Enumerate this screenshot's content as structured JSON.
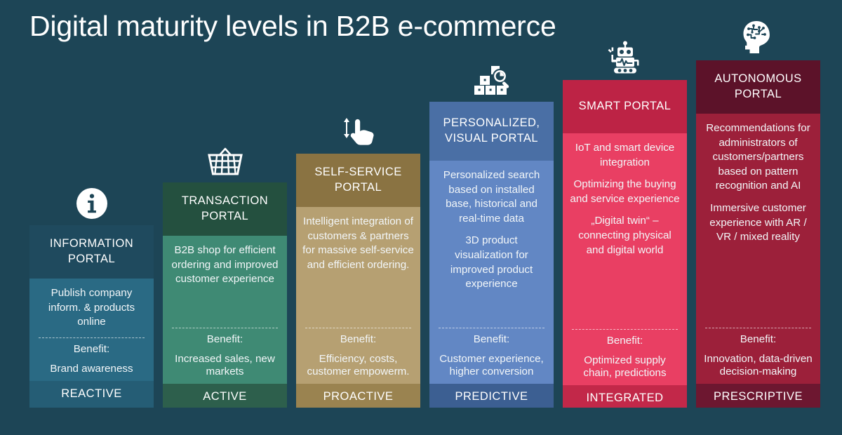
{
  "title": "Digital maturity levels in B2B e-commerce",
  "theme": {
    "background": "#1d4556"
  },
  "columns": [
    {
      "icon": "info-circle-icon",
      "heading": "INFORMATION PORTAL",
      "descriptions": [
        "Publish company inform. & products online"
      ],
      "benefit_label": "Benefit:",
      "benefit_text": "Brand awareness",
      "footer": "REACTIVE",
      "colors": {
        "head": "#1f4a5e",
        "body": "#2a6a84",
        "foot": "#255d75"
      },
      "tight_divider": true
    },
    {
      "icon": "shopping-basket-icon",
      "heading": "TRANSACTION PORTAL",
      "descriptions": [
        "B2B shop for efficient ordering and improved customer experience"
      ],
      "benefit_label": "Benefit:",
      "benefit_text": "Increased sales, new markets",
      "footer": "ACTIVE",
      "colors": {
        "head": "#24503f",
        "body": "#3f8a74",
        "foot": "#2d5f4c"
      },
      "tight_divider": false
    },
    {
      "icon": "swipe-hand-icon",
      "heading": "SELF-SERVICE PORTAL",
      "descriptions": [
        "Intelligent integration of customers & partners for massive self-service and efficient ordering."
      ],
      "benefit_label": "Benefit:",
      "benefit_text": "Efficiency, costs, customer empowerm.",
      "footer": "PROACTIVE",
      "colors": {
        "head": "#8a7342",
        "body": "#b6a072",
        "foot": "#9a8350"
      },
      "tight_divider": false
    },
    {
      "icon": "boxes-magnifier-icon",
      "heading": "PERSONALIZED, VISUAL PORTAL",
      "descriptions": [
        "Personalized search based on installed base, historical and real-time data",
        "3D product visualization for improved product experience"
      ],
      "benefit_label": "Benefit:",
      "benefit_text": "Customer experience, higher conversion",
      "footer": "PREDICTIVE",
      "colors": {
        "head": "#4a6fa5",
        "body": "#6287c4",
        "foot": "#3c5f92"
      },
      "tight_divider": false
    },
    {
      "icon": "robot-icon",
      "heading": "SMART PORTAL",
      "descriptions": [
        "IoT and smart device integration",
        "Optimizing the buying and service experience",
        "„Digital twin“ – connecting physical and digital world"
      ],
      "benefit_label": "Benefit:",
      "benefit_text": "Optimized supply chain, predictions",
      "footer": "INTEGRATED",
      "colors": {
        "head": "#bd2345",
        "body": "#e93f63",
        "foot": "#c22849"
      },
      "tight_divider": false
    },
    {
      "icon": "ai-head-icon",
      "heading": "AUTONOMOUS PORTAL",
      "descriptions": [
        "Recommendations for administrators of customers/partners based on pattern recognition and AI",
        "Immersive customer experience with AR / VR / mixed reality"
      ],
      "benefit_label": "Benefit:",
      "benefit_text": "Innovation, data-driven decision-making",
      "footer": "PRESCRIPTIVE",
      "colors": {
        "head": "#5c1229",
        "body": "#9c203a",
        "foot": "#6d1730"
      },
      "tight_divider": false
    }
  ]
}
